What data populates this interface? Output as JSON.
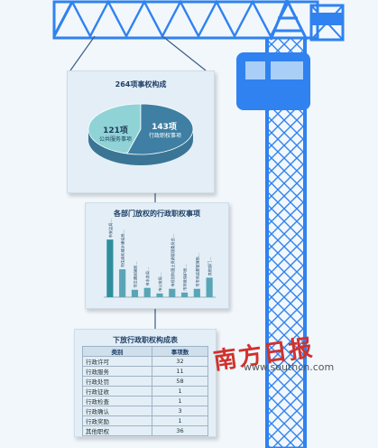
{
  "colors": {
    "crane": "#2f82f0",
    "pie_light": "#8fd3d6",
    "pie_dark": "#3e7fa3",
    "bar": "#5aa5b5",
    "bar_highlight": "#2e8e9c",
    "watermark": "#d0312d"
  },
  "pie_panel": {
    "title": "264项事权构成",
    "slice_a": {
      "value": "121项",
      "label": "公共服务事项"
    },
    "slice_b": {
      "value": "143项",
      "label": "行政职权事项"
    }
  },
  "bar_panel": {
    "title": "各部门放权的行政职权事项",
    "bar_labels": [
      "市安监局…",
      "市住房和城乡建设局…",
      "市交通运输局…",
      "市水务局…",
      "市公安局…",
      "市规划和国土资源管理委员会…",
      "市环境保护局…",
      "市市场监督管理局…",
      "其他部门…"
    ]
  },
  "table_panel": {
    "title": "下放行政职权构成表",
    "col_type": "类别",
    "col_count": "事项数",
    "rows": [
      {
        "type": "行政许可",
        "count": "32"
      },
      {
        "type": "行政服务",
        "count": "11"
      },
      {
        "type": "行政处罚",
        "count": "58"
      },
      {
        "type": "行政征收",
        "count": "1"
      },
      {
        "type": "行政检查",
        "count": "1"
      },
      {
        "type": "行政确认",
        "count": "3"
      },
      {
        "type": "行政奖励",
        "count": "1"
      },
      {
        "type": "其他职权",
        "count": "36"
      }
    ]
  },
  "watermark": {
    "logo": "南方日报",
    "url": "www.southcn.com"
  },
  "chart_data": [
    {
      "type": "pie",
      "title": "264项事权构成",
      "categories": [
        "公共服务事项",
        "行政职权事项"
      ],
      "values": [
        121,
        143
      ]
    },
    {
      "type": "bar",
      "title": "各部门放权的行政职权事项",
      "categories": [
        "市安监局…",
        "市住房和城乡建设局…",
        "市交通运输局…",
        "市水务局…",
        "市公安局…",
        "市规划和国土资源管理委员会…",
        "市环境保护局…",
        "市市场监督管理局…",
        "其他部门…"
      ],
      "values": [
        62,
        30,
        8,
        10,
        4,
        9,
        5,
        9,
        21
      ],
      "ylim": [
        0,
        70
      ]
    },
    {
      "type": "table",
      "title": "下放行政职权构成表",
      "columns": [
        "类别",
        "事项数"
      ],
      "rows": [
        [
          "行政许可",
          32
        ],
        [
          "行政服务",
          11
        ],
        [
          "行政处罚",
          58
        ],
        [
          "行政征收",
          1
        ],
        [
          "行政检查",
          1
        ],
        [
          "行政确认",
          3
        ],
        [
          "行政奖励",
          1
        ],
        [
          "其他职权",
          36
        ]
      ]
    }
  ]
}
